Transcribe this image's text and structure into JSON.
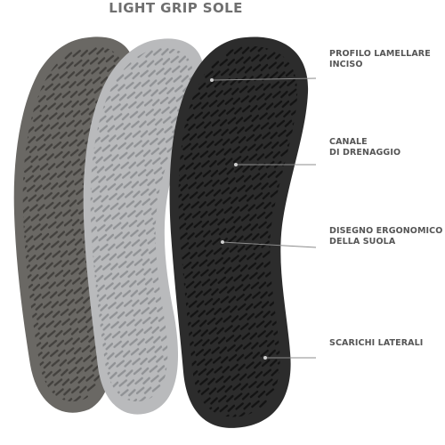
{
  "title": "LIGHT GRIP SOLE",
  "colors": {
    "title_text": "#6f6f6f",
    "label_text": "#555555",
    "insole_dark_grey": "#6a6864",
    "insole_light_grey": "#b9babc",
    "insole_black": "#2c2c2c"
  },
  "images": [
    {
      "name": "insole-dark-grey",
      "kind": "insole-tread"
    },
    {
      "name": "insole-light-grey",
      "kind": "insole-tread"
    },
    {
      "name": "insole-black",
      "kind": "insole-tread"
    }
  ],
  "callouts": [
    {
      "lines": [
        "PROFILO LAMELLARE",
        "INCISO"
      ]
    },
    {
      "lines": [
        "CANALE",
        "DI DRENAGGIO"
      ]
    },
    {
      "lines": [
        "DISEGNO ERGONOMICO",
        "DELLA SUOLA"
      ]
    },
    {
      "lines": [
        "SCARICHI LATERALI"
      ]
    }
  ]
}
